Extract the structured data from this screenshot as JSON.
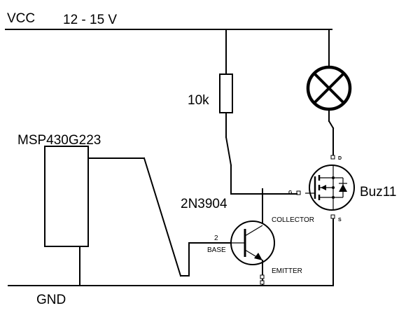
{
  "labels": {
    "vcc": "VCC",
    "voltage": "12 - 15 V",
    "gnd": "GND",
    "resistor": "10k",
    "mcu": "MSP430G223",
    "npn": "2N3904",
    "mosfet": "Buz11",
    "collector": "COLLECTOR",
    "emitter": "EMITTER",
    "base": "BASE",
    "base_pin": "2",
    "drain": "D",
    "gate": "G",
    "source": "S"
  },
  "components": {
    "lamp": "lamp-icon",
    "resistor": "resistor-symbol",
    "npn": "npn-transistor-symbol",
    "mosfet": "n-channel-mosfet-symbol",
    "mcu": "ic-block"
  },
  "colors": {
    "line": "#000000",
    "background": "#ffffff"
  }
}
